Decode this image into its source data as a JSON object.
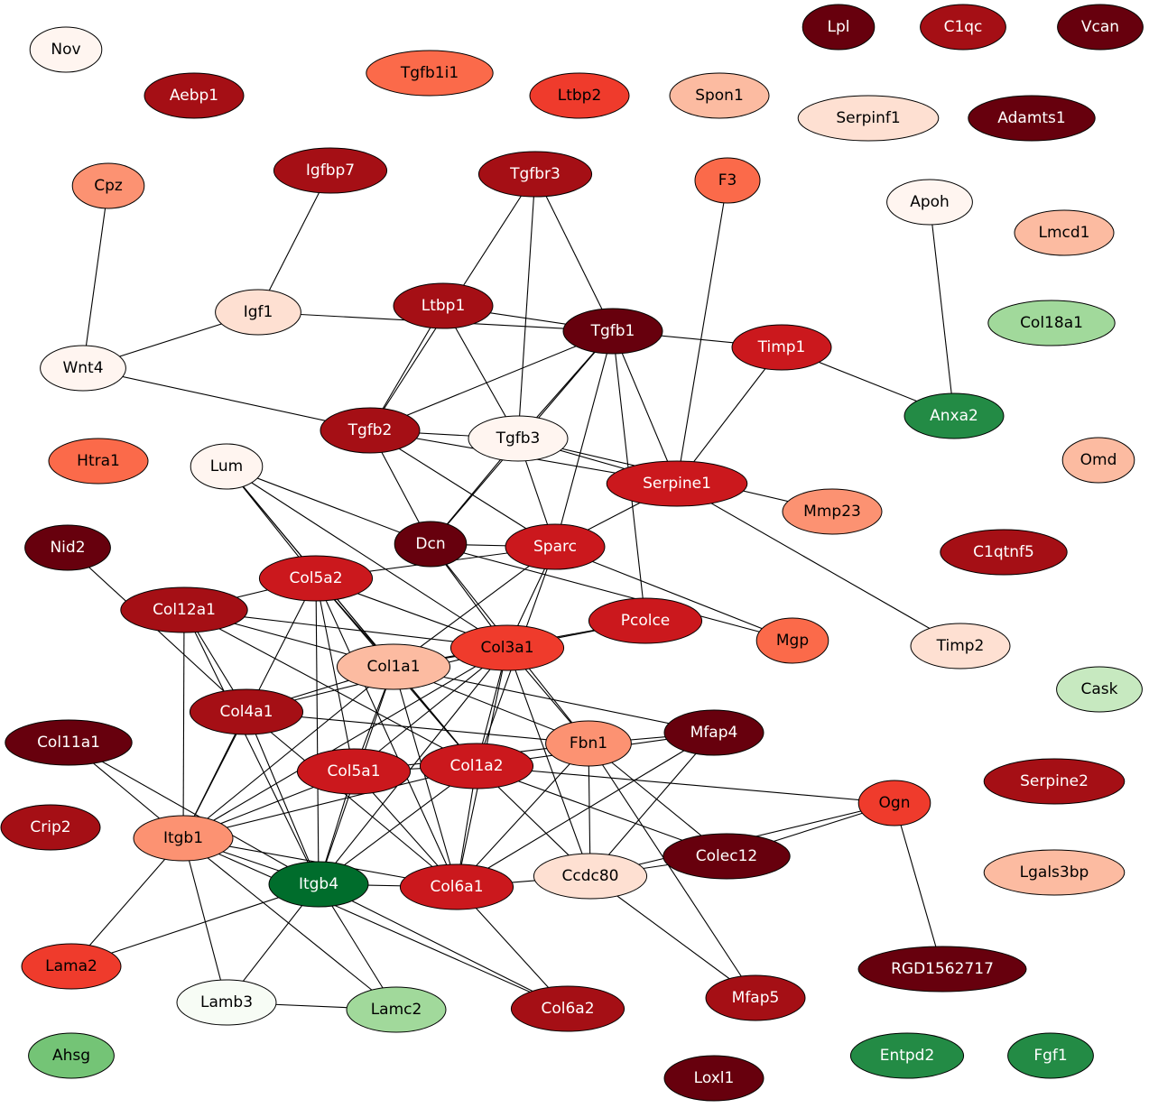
{
  "nodes": [
    {
      "label": "Nov",
      "color": "#fff5f0"
    },
    {
      "label": "Aebp1",
      "color": "#a50f15"
    },
    {
      "label": "Tgfb1i1",
      "color": "#fb6a4a"
    },
    {
      "label": "Ltbp2",
      "color": "#ef3b2c"
    },
    {
      "label": "Spon1",
      "color": "#fcbba1"
    },
    {
      "label": "Lpl",
      "color": "#67000d"
    },
    {
      "label": "C1qc",
      "color": "#a50f15"
    },
    {
      "label": "Vcan",
      "color": "#67000d"
    },
    {
      "label": "Serpinf1",
      "color": "#fee0d2"
    },
    {
      "label": "Adamts1",
      "color": "#67000d"
    },
    {
      "label": "Cpz",
      "color": "#fc9272"
    },
    {
      "label": "Igfbp7",
      "color": "#a50f15"
    },
    {
      "label": "Tgfbr3",
      "color": "#a50f15"
    },
    {
      "label": "F3",
      "color": "#fb6a4a"
    },
    {
      "label": "Apoh",
      "color": "#fff5f0"
    },
    {
      "label": "Lmcd1",
      "color": "#fcbba1"
    },
    {
      "label": "Igf1",
      "color": "#fee0d2"
    },
    {
      "label": "Ltbp1",
      "color": "#a50f15"
    },
    {
      "label": "Tgfb1",
      "color": "#67000d"
    },
    {
      "label": "Timp1",
      "color": "#cb181d"
    },
    {
      "label": "Col18a1",
      "color": "#a1d99b"
    },
    {
      "label": "Wnt4",
      "color": "#fff5f0"
    },
    {
      "label": "Anxa2",
      "color": "#238b45"
    },
    {
      "label": "Tgfb2",
      "color": "#a50f15"
    },
    {
      "label": "Tgfb3",
      "color": "#fff5f0"
    },
    {
      "label": "Htra1",
      "color": "#fb6a4a"
    },
    {
      "label": "Lum",
      "color": "#fff5f0"
    },
    {
      "label": "Omd",
      "color": "#fcbba1"
    },
    {
      "label": "Serpine1",
      "color": "#cb181d"
    },
    {
      "label": "Mmp23",
      "color": "#fc9272"
    },
    {
      "label": "Nid2",
      "color": "#67000d"
    },
    {
      "label": "Dcn",
      "color": "#67000d"
    },
    {
      "label": "Sparc",
      "color": "#cb181d"
    },
    {
      "label": "C1qtnf5",
      "color": "#a50f15"
    },
    {
      "label": "Col5a2",
      "color": "#cb181d"
    },
    {
      "label": "Col12a1",
      "color": "#a50f15"
    },
    {
      "label": "Pcolce",
      "color": "#cb181d"
    },
    {
      "label": "Mgp",
      "color": "#fb6a4a"
    },
    {
      "label": "Timp2",
      "color": "#fee0d2"
    },
    {
      "label": "Col3a1",
      "color": "#ef3b2c"
    },
    {
      "label": "Col1a1",
      "color": "#fcbba1"
    },
    {
      "label": "Cask",
      "color": "#c7e9c0"
    },
    {
      "label": "Col4a1",
      "color": "#a50f15"
    },
    {
      "label": "Mfap4",
      "color": "#67000d"
    },
    {
      "label": "Col11a1",
      "color": "#67000d"
    },
    {
      "label": "Fbn1",
      "color": "#fc9272"
    },
    {
      "label": "Col1a2",
      "color": "#cb181d"
    },
    {
      "label": "Col5a1",
      "color": "#cb181d"
    },
    {
      "label": "Serpine2",
      "color": "#a50f15"
    },
    {
      "label": "Ogn",
      "color": "#ef3b2c"
    },
    {
      "label": "Crip2",
      "color": "#a50f15"
    },
    {
      "label": "Itgb1",
      "color": "#fc9272"
    },
    {
      "label": "Colec12",
      "color": "#67000d"
    },
    {
      "label": "Ccdc80",
      "color": "#fee0d2"
    },
    {
      "label": "Itgb4",
      "color": "#006d2c"
    },
    {
      "label": "Col6a1",
      "color": "#cb181d"
    },
    {
      "label": "Lgals3bp",
      "color": "#fcbba1"
    },
    {
      "label": "Lama2",
      "color": "#ef3b2c"
    },
    {
      "label": "RGD1562717",
      "color": "#67000d"
    },
    {
      "label": "Mfap5",
      "color": "#a50f15"
    },
    {
      "label": "Lamb3",
      "color": "#f7fcf5"
    },
    {
      "label": "Lamc2",
      "color": "#a1d99b"
    },
    {
      "label": "Col6a2",
      "color": "#a50f15"
    },
    {
      "label": "Ahsg",
      "color": "#74c476"
    },
    {
      "label": "Entpd2",
      "color": "#238b45"
    },
    {
      "label": "Fgf1",
      "color": "#238b45"
    },
    {
      "label": "Loxl1",
      "color": "#67000d"
    }
  ],
  "edges": [
    [
      "Cpz",
      "Wnt4"
    ],
    [
      "Igfbp7",
      "Igf1"
    ],
    [
      "Igf1",
      "Wnt4"
    ],
    [
      "Igf1",
      "Tgfb1"
    ],
    [
      "Wnt4",
      "Tgfb2"
    ],
    [
      "Tgfbr3",
      "Tgfb1"
    ],
    [
      "Tgfbr3",
      "Tgfb2"
    ],
    [
      "Tgfbr3",
      "Tgfb3"
    ],
    [
      "F3",
      "Serpine1"
    ],
    [
      "Apoh",
      "Anxa2"
    ],
    [
      "Ltbp1",
      "Tgfb1"
    ],
    [
      "Ltbp1",
      "Tgfb2"
    ],
    [
      "Ltbp1",
      "Tgfb3"
    ],
    [
      "Tgfb1",
      "Timp1"
    ],
    [
      "Tgfb1",
      "Tgfb2"
    ],
    [
      "Tgfb1",
      "Tgfb3"
    ],
    [
      "Tgfb1",
      "Serpine1"
    ],
    [
      "Tgfb1",
      "Sparc"
    ],
    [
      "Tgfb1",
      "Dcn"
    ],
    [
      "Tgfb1",
      "Pcolce"
    ],
    [
      "Timp1",
      "Serpine1"
    ],
    [
      "Timp1",
      "Anxa2"
    ],
    [
      "Tgfb2",
      "Tgfb3"
    ],
    [
      "Tgfb2",
      "Serpine1"
    ],
    [
      "Tgfb2",
      "Dcn"
    ],
    [
      "Tgfb2",
      "Sparc"
    ],
    [
      "Tgfb3",
      "Dcn"
    ],
    [
      "Tgfb3",
      "Sparc"
    ],
    [
      "Tgfb3",
      "Serpine1"
    ],
    [
      "Tgfb3",
      "Mmp23"
    ],
    [
      "Serpine1",
      "Sparc"
    ],
    [
      "Serpine1",
      "Timp2"
    ],
    [
      "Lum",
      "Dcn"
    ],
    [
      "Lum",
      "Col5a2"
    ],
    [
      "Lum",
      "Col3a1"
    ],
    [
      "Lum",
      "Col1a1"
    ],
    [
      "Lum",
      "Col1a2"
    ],
    [
      "Dcn",
      "Sparc"
    ],
    [
      "Dcn",
      "Mgp"
    ],
    [
      "Dcn",
      "Col3a1"
    ],
    [
      "Dcn",
      "Fbn1"
    ],
    [
      "Sparc",
      "Col1a1"
    ],
    [
      "Sparc",
      "Col5a2"
    ],
    [
      "Sparc",
      "Col3a1"
    ],
    [
      "Sparc",
      "Col1a2"
    ],
    [
      "Sparc",
      "Mgp"
    ],
    [
      "Nid2",
      "Col4a1"
    ],
    [
      "Col5a2",
      "Col12a1"
    ],
    [
      "Col5a2",
      "Col1a1"
    ],
    [
      "Col5a2",
      "Col3a1"
    ],
    [
      "Col5a2",
      "Col5a1"
    ],
    [
      "Col5a2",
      "Itgb1"
    ],
    [
      "Col5a2",
      "Itgb4"
    ],
    [
      "Col5a2",
      "Col6a1"
    ],
    [
      "Col5a2",
      "Col1a2"
    ],
    [
      "Col12a1",
      "Col1a1"
    ],
    [
      "Col12a1",
      "Col3a1"
    ],
    [
      "Col12a1",
      "Col4a1"
    ],
    [
      "Col12a1",
      "Itgb1"
    ],
    [
      "Col12a1",
      "Itgb4"
    ],
    [
      "Col12a1",
      "Col1a2"
    ],
    [
      "Pcolce",
      "Col3a1"
    ],
    [
      "Pcolce",
      "Col1a1"
    ],
    [
      "Col3a1",
      "Col1a1"
    ],
    [
      "Col3a1",
      "Col4a1"
    ],
    [
      "Col3a1",
      "Col5a1"
    ],
    [
      "Col3a1",
      "Col1a2"
    ],
    [
      "Col3a1",
      "Fbn1"
    ],
    [
      "Col3a1",
      "Itgb1"
    ],
    [
      "Col3a1",
      "Itgb4"
    ],
    [
      "Col3a1",
      "Col6a1"
    ],
    [
      "Col3a1",
      "Ccdc80"
    ],
    [
      "Col1a1",
      "Col4a1"
    ],
    [
      "Col1a1",
      "Col5a1"
    ],
    [
      "Col1a1",
      "Col1a2"
    ],
    [
      "Col1a1",
      "Fbn1"
    ],
    [
      "Col1a1",
      "Mfap4"
    ],
    [
      "Col1a1",
      "Itgb1"
    ],
    [
      "Col1a1",
      "Itgb4"
    ],
    [
      "Col1a1",
      "Col6a1"
    ],
    [
      "Col4a1",
      "Fbn1"
    ],
    [
      "Col4a1",
      "Itgb1"
    ],
    [
      "Col4a1",
      "Itgb4"
    ],
    [
      "Col4a1",
      "Col6a1"
    ],
    [
      "Mfap4",
      "Fbn1"
    ],
    [
      "Mfap4",
      "Col6a1"
    ],
    [
      "Mfap4",
      "Ccdc80"
    ],
    [
      "Col1a2",
      "Mfap4"
    ],
    [
      "Col11a1",
      "Itgb1"
    ],
    [
      "Col11a1",
      "Itgb4"
    ],
    [
      "Fbn1",
      "Col5a1"
    ],
    [
      "Fbn1",
      "Col6a1"
    ],
    [
      "Fbn1",
      "Ccdc80"
    ],
    [
      "Fbn1",
      "Colec12"
    ],
    [
      "Fbn1",
      "Mfap5"
    ],
    [
      "Col1a2",
      "Col5a1"
    ],
    [
      "Col1a2",
      "Itgb1"
    ],
    [
      "Col1a2",
      "Itgb4"
    ],
    [
      "Col1a2",
      "Col6a1"
    ],
    [
      "Col1a2",
      "Ogn"
    ],
    [
      "Col1a2",
      "Colec12"
    ],
    [
      "Col1a2",
      "Ccdc80"
    ],
    [
      "Col5a1",
      "Itgb1"
    ],
    [
      "Col5a1",
      "Itgb4"
    ],
    [
      "Col5a1",
      "Col6a1"
    ],
    [
      "Ogn",
      "Colec12"
    ],
    [
      "Ogn",
      "Ccdc80"
    ],
    [
      "Ogn",
      "RGD1562717"
    ],
    [
      "Itgb1",
      "Itgb4"
    ],
    [
      "Itgb1",
      "Col6a1"
    ],
    [
      "Itgb1",
      "Lama2"
    ],
    [
      "Itgb1",
      "Lamb3"
    ],
    [
      "Itgb1",
      "Lamc2"
    ],
    [
      "Itgb1",
      "Col6a2"
    ],
    [
      "Itgb4",
      "Col6a1"
    ],
    [
      "Itgb4",
      "Lama2"
    ],
    [
      "Itgb4",
      "Lamb3"
    ],
    [
      "Itgb4",
      "Lamc2"
    ],
    [
      "Itgb4",
      "Col6a2"
    ],
    [
      "Ccdc80",
      "Colec12"
    ],
    [
      "Ccdc80",
      "Col6a1"
    ],
    [
      "Ccdc80",
      "Mfap5"
    ],
    [
      "Col6a1",
      "Col6a2"
    ],
    [
      "Lamb3",
      "Lamc2"
    ]
  ]
}
